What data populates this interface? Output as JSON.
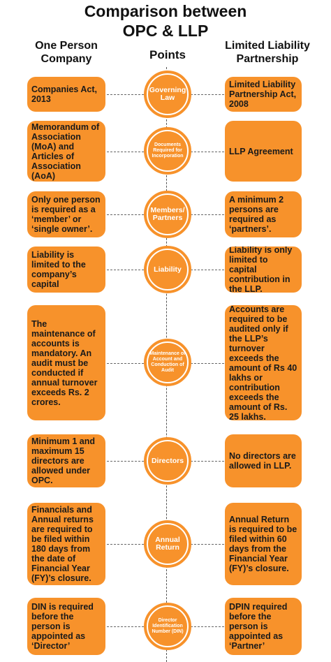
{
  "title": "Comparison between\nOPC & LLP",
  "headers": {
    "left": "One Person Company",
    "middle": "Points",
    "right": "Limited Liability Partnership"
  },
  "rows": [
    {
      "point": "Governing Law",
      "opc": "Companies Act, 2013",
      "llp": "Limited Liability Partnership Act, 2008"
    },
    {
      "point": "Documents Required for Incorporation",
      "opc": "Memorandum of Association (MoA) and Articles of Association (AoA)",
      "llp": "LLP Agreement"
    },
    {
      "point": "Members/ Partners",
      "opc": "Only one person is required as a ‘member’ or ‘single owner’.",
      "llp": "A minimum 2 persons are required as ‘partners’."
    },
    {
      "point": "Liability",
      "opc": "Liability is limited to the company’s capital",
      "llp": "Liability is only limited to capital contribution in the LLP."
    },
    {
      "point": "Maintenance of Account and Conduction of Audit",
      "opc": "The maintenance of accounts is mandatory. An audit must be conducted if annual turnover exceeds Rs. 2 crores.",
      "llp": "Accounts are required to be audited only if the LLP’s turnover exceeds the amount of Rs 40 lakhs or contribution exceeds the amount of Rs. 25 lakhs."
    },
    {
      "point": "Directors",
      "opc": "Minimum 1 and maximum 15 directors are allowed under OPC.",
      "llp": "No directors are allowed in LLP."
    },
    {
      "point": "Annual Return",
      "opc": "Financials and Annual returns are required to be filed within 180 days from the date of Financial Year (FY)’s closure.",
      "llp": "Annual Return is required to be filed within 60 days from the Financial Year (FY)’s closure."
    },
    {
      "point": "Director Identification Number (DIN)",
      "opc": "DIN is required before the person is appointed as ‘Director’",
      "llp": "DPIN required before the person is appointed as ‘Partner’"
    }
  ]
}
